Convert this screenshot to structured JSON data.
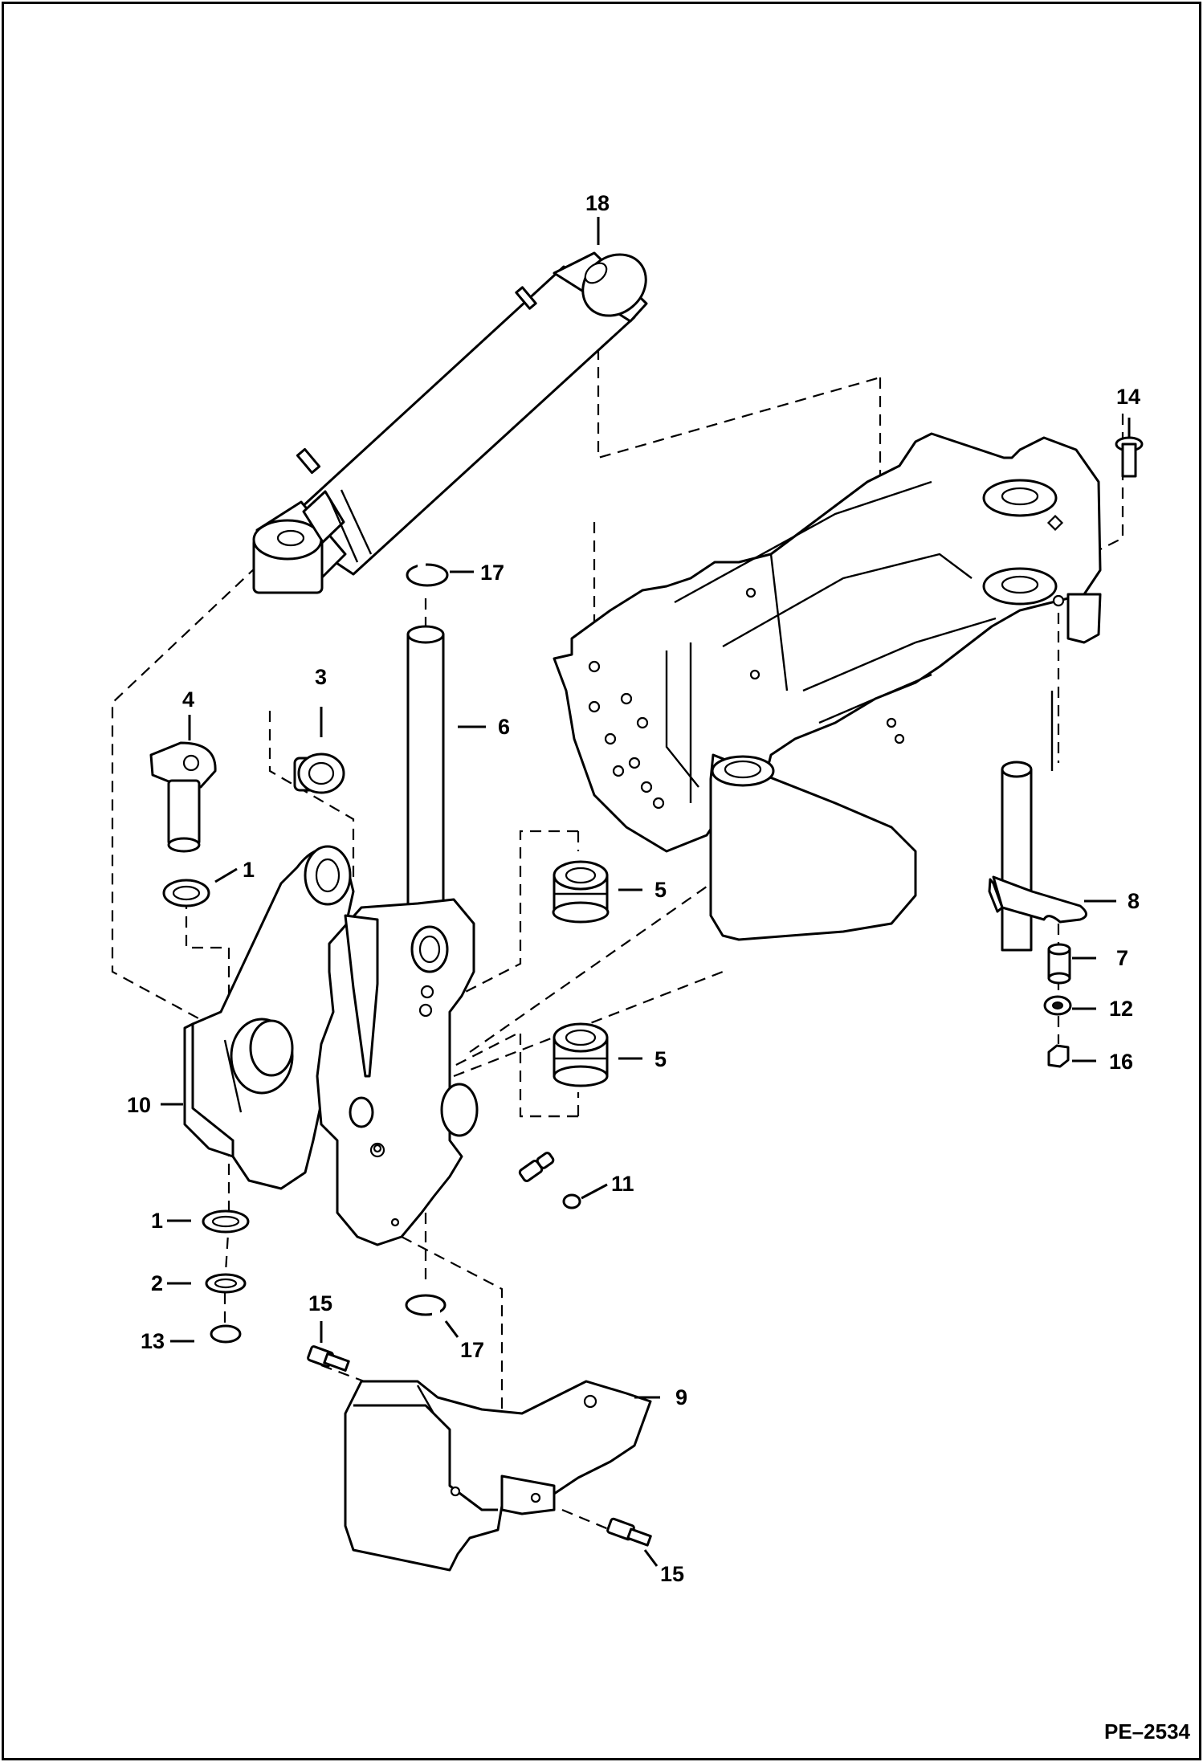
{
  "diagram": {
    "reference_code": "PE–2534",
    "callouts": [
      {
        "id": "c18",
        "text": "18"
      },
      {
        "id": "c17a",
        "text": "17"
      },
      {
        "id": "c14",
        "text": "14"
      },
      {
        "id": "c3",
        "text": "3"
      },
      {
        "id": "c4",
        "text": "4"
      },
      {
        "id": "c6",
        "text": "6"
      },
      {
        "id": "c1a",
        "text": "1"
      },
      {
        "id": "c5a",
        "text": "5"
      },
      {
        "id": "c8",
        "text": "8"
      },
      {
        "id": "c7",
        "text": "7"
      },
      {
        "id": "c12",
        "text": "12"
      },
      {
        "id": "c16",
        "text": "16"
      },
      {
        "id": "c5b",
        "text": "5"
      },
      {
        "id": "c10",
        "text": "10"
      },
      {
        "id": "c11",
        "text": "11"
      },
      {
        "id": "c1b",
        "text": "1"
      },
      {
        "id": "c2",
        "text": "2"
      },
      {
        "id": "c13",
        "text": "13"
      },
      {
        "id": "c15a",
        "text": "15"
      },
      {
        "id": "c17b",
        "text": "17"
      },
      {
        "id": "c9",
        "text": "9"
      },
      {
        "id": "c15b",
        "text": "15"
      }
    ]
  }
}
